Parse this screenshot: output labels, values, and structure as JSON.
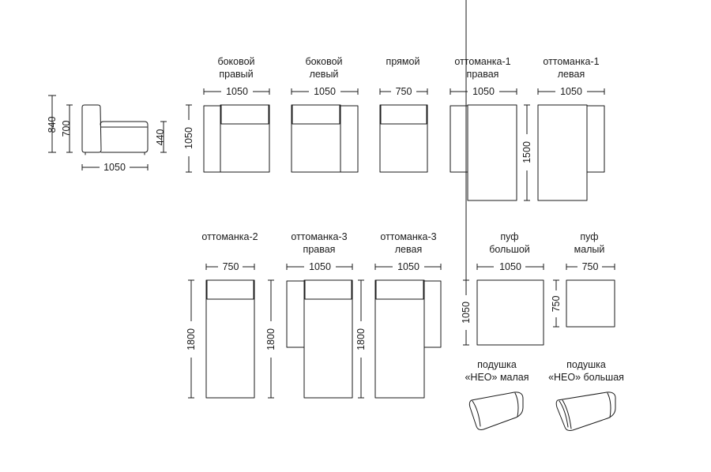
{
  "side_view": {
    "height_total": "840",
    "height_back": "700",
    "seat_height": "440",
    "width": "1050"
  },
  "modules": [
    {
      "line1": "боковой",
      "line2": "правый",
      "width": "1050",
      "depth": "1050"
    },
    {
      "line1": "боковой",
      "line2": "левый",
      "width": "1050"
    },
    {
      "line1": "прямой",
      "line2": "",
      "width": "750"
    },
    {
      "line1": "оттоманка-1",
      "line2": "правая",
      "width": "1050",
      "depth": "1500"
    },
    {
      "line1": "оттоманка-1",
      "line2": "левая",
      "width": "1050"
    },
    {
      "line1": "оттоманка-2",
      "line2": "",
      "width": "750",
      "depth": "1800"
    },
    {
      "line1": "оттоманка-3",
      "line2": "правая",
      "width": "1050",
      "depth": "1800"
    },
    {
      "line1": "оттоманка-3",
      "line2": "левая",
      "width": "1050",
      "depth": "1800"
    },
    {
      "line1": "пуф",
      "line2": "большой",
      "width": "1050",
      "depth": "1050"
    },
    {
      "line1": "пуф",
      "line2": "малый",
      "width": "750",
      "depth": "750"
    }
  ],
  "cushions": [
    {
      "line1": "подушка",
      "line2": "«НЕО» малая"
    },
    {
      "line1": "подушка",
      "line2": "«НЕО» большая"
    }
  ]
}
